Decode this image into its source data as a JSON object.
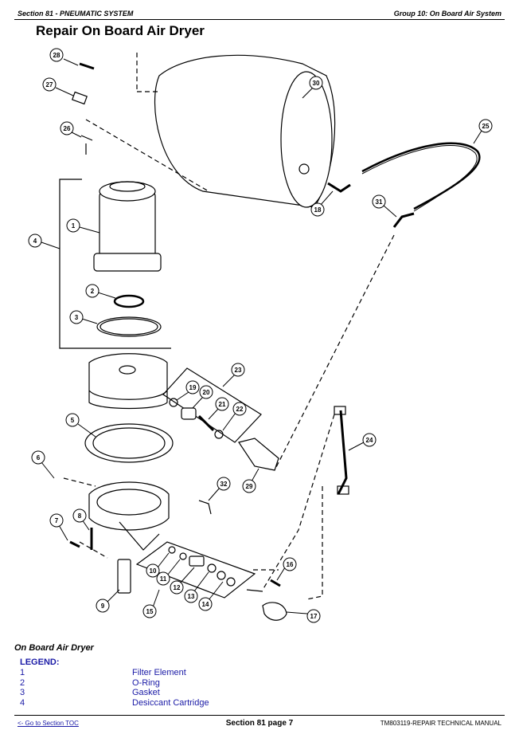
{
  "header": {
    "section": "Section 81 - PNEUMATIC SYSTEM",
    "group": "Group 10: On Board Air System"
  },
  "title": "Repair On Board Air Dryer",
  "figure": {
    "callouts": [
      "28",
      "27",
      "26",
      "30",
      "25",
      "18",
      "31",
      "1",
      "4",
      "2",
      "3",
      "23",
      "19",
      "20",
      "21",
      "22",
      "24",
      "5",
      "29",
      "6",
      "32",
      "8",
      "7",
      "16",
      "10",
      "11",
      "12",
      "13",
      "14",
      "9",
      "15",
      "17"
    ]
  },
  "caption": "On Board Air Dryer",
  "legend": {
    "title": "LEGEND:",
    "items": [
      {
        "num": "1",
        "desc": "Filter Element"
      },
      {
        "num": "2",
        "desc": "O-Ring"
      },
      {
        "num": "3",
        "desc": "Gasket"
      },
      {
        "num": "4",
        "desc": "Desiccant Cartridge"
      }
    ]
  },
  "footer": {
    "toc_link": "<- Go to Section TOC",
    "page": "Section 81 page 7",
    "manual": "TM803119-REPAIR TECHNICAL MANUAL"
  }
}
